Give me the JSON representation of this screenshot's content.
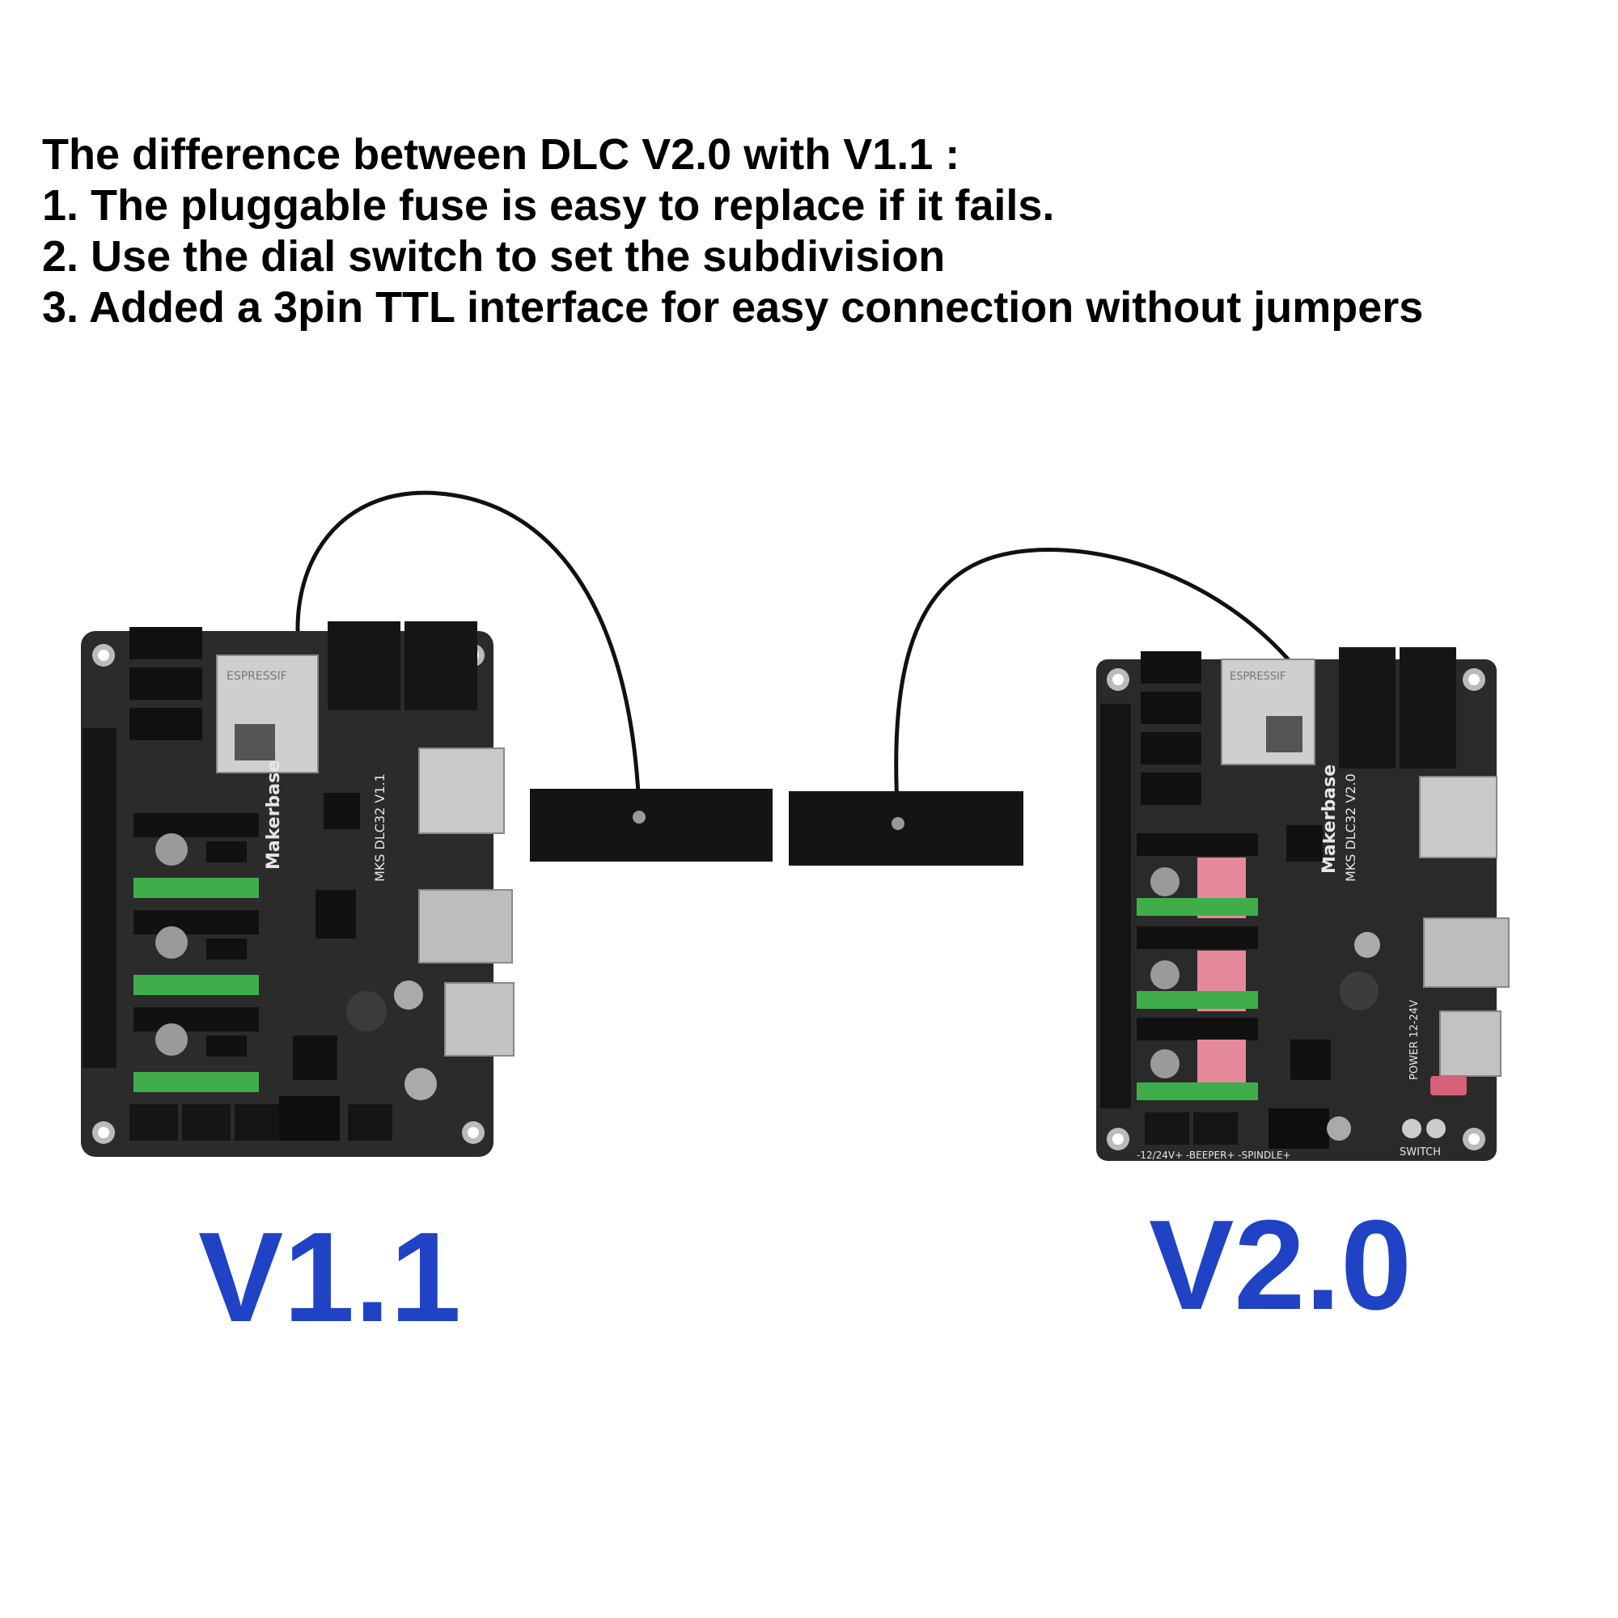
{
  "heading": {
    "title": "The difference between DLC V2.0 with V1.1 :",
    "points": [
      "1. The pluggable  fuse is easy to replace if it fails.",
      "2. Use the dial switch to set the subdivision",
      "3. Added a 3pin TTL interface for easy connection without jumpers"
    ]
  },
  "boards": [
    {
      "label": "V1.1",
      "label_color": "#1f43c4",
      "board_text": "Makerbase",
      "model_text": "MKS DLC32 V1.1",
      "module_text": "ESPRESSIF"
    },
    {
      "label": "V2.0",
      "label_color": "#1f43c4",
      "board_text": "Makerbase",
      "model_text": "MKS DLC32 V2.0",
      "module_text": "ESPRESSIF",
      "switch_text": "SWITCH",
      "power_text": "POWER 12-24V",
      "connector_text": "-12/24V+ -BEEPER+ -SPINDLE+"
    }
  ],
  "colors": {
    "pcb": "#2b2b2b",
    "terminal": "#3fae4a",
    "dip_switch": "#e58a9a",
    "fuse": "#d4607a",
    "antenna": "#111111"
  }
}
